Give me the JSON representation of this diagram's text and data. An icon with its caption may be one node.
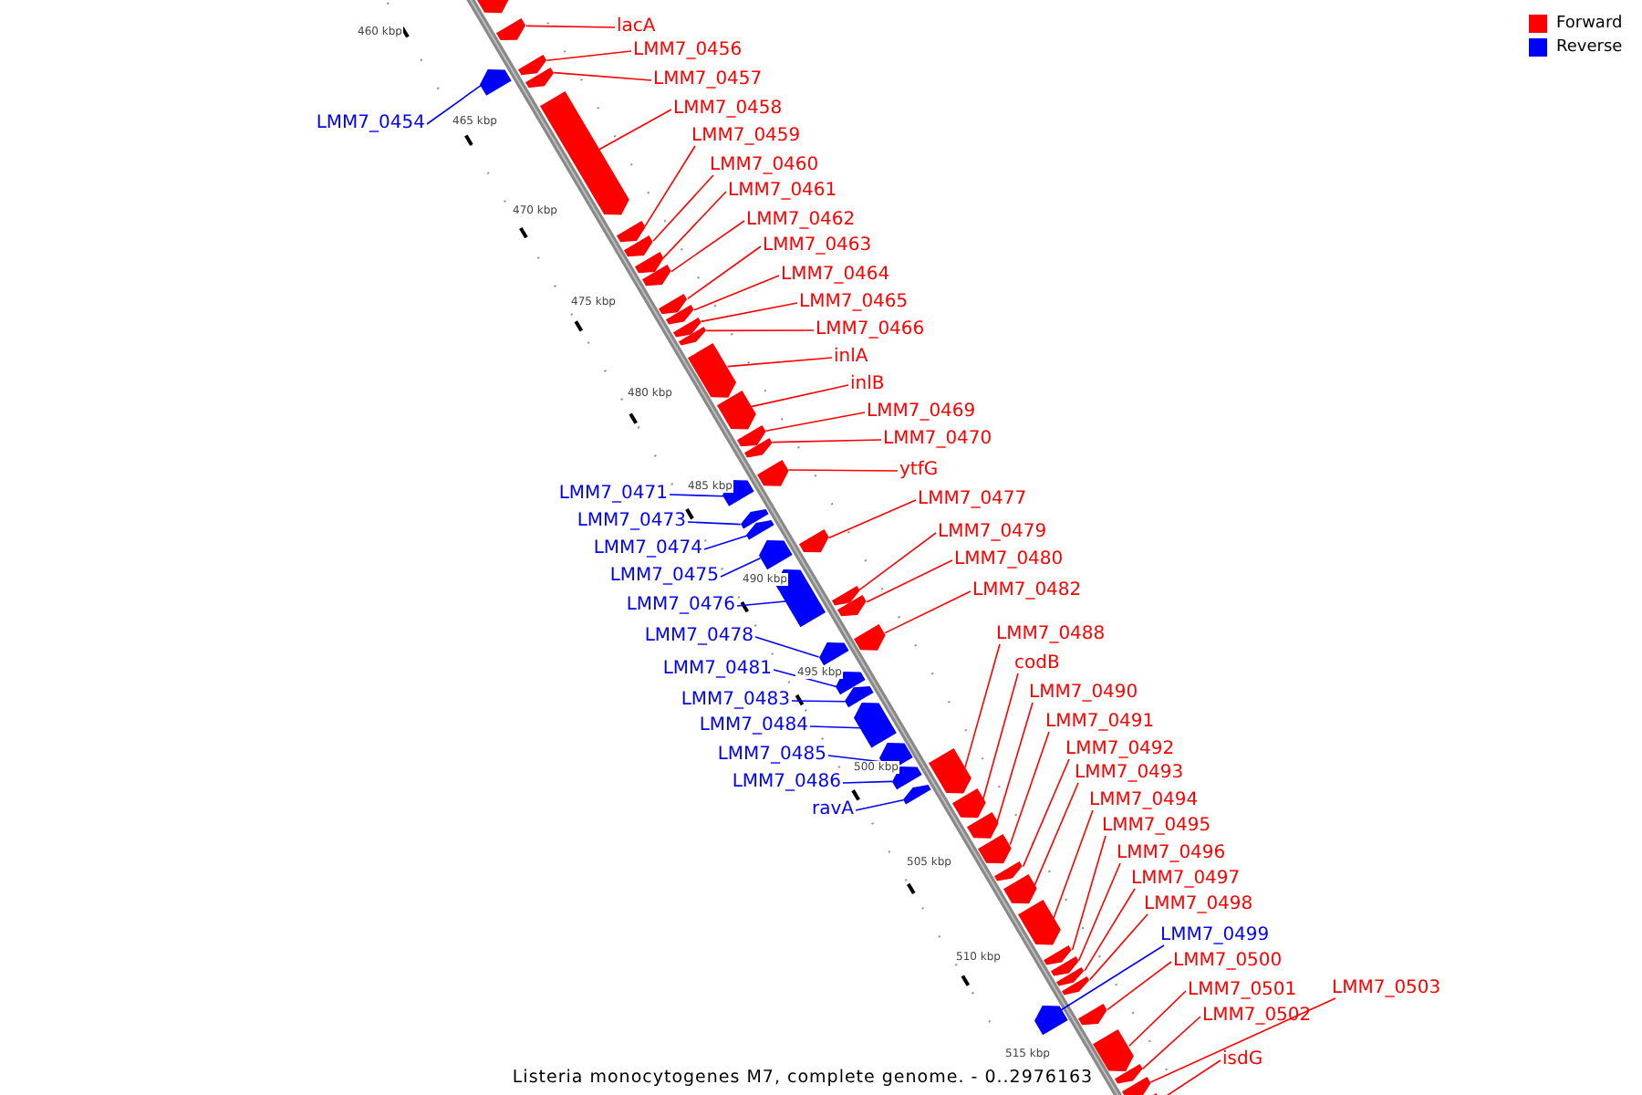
{
  "diagram": {
    "caption": "Listeria monocytogenes M7, complete genome. - 0..2976163",
    "nodes": [
      {
        "text": [
          "lacA"
        ]
      },
      {
        "text": [
          "LMM7_0456"
        ]
      },
      {
        "text": [
          "LMM7_0457"
        ]
      },
      {
        "text": [
          "LMM7_0458"
        ]
      },
      {
        "text": [
          "LMM7_0454"
        ]
      },
      {
        "text": [
          "LMM7_0459"
        ]
      },
      {
        "text": [
          "LMM7_0460"
        ]
      },
      {
        "text": [
          "LMM7_0461"
        ]
      },
      {
        "text": [
          "LMM7_0462"
        ]
      },
      {
        "text": [
          "LMM7_0463"
        ]
      },
      {
        "text": [
          "LMM7_0464"
        ]
      },
      {
        "text": [
          "LMM7_0465"
        ]
      },
      {
        "text": [
          "LMM7_0466"
        ]
      },
      {
        "text": [
          "inlA"
        ]
      },
      {
        "text": [
          "inlB"
        ]
      },
      {
        "text": [
          "LMM7_0469"
        ]
      },
      {
        "text": [
          "LMM7_0470"
        ]
      },
      {
        "text": [
          "ytfG"
        ]
      },
      {
        "text": [
          "LMM7_0471"
        ]
      },
      {
        "text": [
          "LMM7_0477"
        ]
      },
      {
        "text": [
          "LMM7_0473"
        ]
      },
      {
        "text": [
          "LMM7_0479"
        ]
      },
      {
        "text": [
          "LMM7_0474"
        ]
      },
      {
        "text": [
          "LMM7_0480"
        ]
      },
      {
        "text": [
          "LMM7_0475"
        ]
      },
      {
        "text": [
          "LMM7_0482"
        ]
      },
      {
        "text": [
          "LMM7_0476"
        ]
      },
      {
        "text": [
          "LMM7_0488"
        ]
      },
      {
        "text": [
          "LMM7_0478"
        ]
      },
      {
        "text": [
          "codB"
        ]
      },
      {
        "text": [
          "LMM7_0481"
        ]
      },
      {
        "text": [
          "LMM7_0490"
        ]
      },
      {
        "text": [
          "LMM7_0483"
        ]
      },
      {
        "text": [
          "LMM7_0491"
        ]
      },
      {
        "text": [
          "LMM7_0484"
        ]
      },
      {
        "text": [
          "LMM7_0492"
        ]
      },
      {
        "text": [
          "LMM7_0485"
        ]
      },
      {
        "text": [
          "LMM7_0493"
        ]
      },
      {
        "text": [
          "LMM7_0486"
        ]
      },
      {
        "text": [
          "LMM7_0494"
        ]
      },
      {
        "text": [
          "ravA"
        ]
      },
      {
        "text": [
          "LMM7_0495"
        ]
      },
      {
        "text": [
          "LMM7_0496"
        ]
      },
      {
        "text": [
          "LMM7_0497"
        ]
      },
      {
        "text": [
          "LMM7_0498"
        ]
      },
      {
        "text": [
          "LMM7_0499"
        ]
      },
      {
        "text": [
          "LMM7_0500"
        ]
      },
      {
        "text": [
          "LMM7_0501"
        ]
      },
      {
        "text": [
          "LMM7_0503"
        ]
      },
      {
        "text": [
          "LMM7_0502"
        ]
      },
      {
        "text": [
          "isdG"
        ]
      },
      {
        "text": [],
        "shape": "arrow"
      },
      {
        "text": [],
        "shape": "arrow"
      },
      {
        "text": [],
        "shape": "arrow"
      },
      {
        "text": [],
        "shape": "arrow"
      },
      {
        "text": [],
        "shape": "arrow"
      },
      {
        "text": [],
        "shape": "arrow"
      },
      {
        "text": [],
        "shape": "arrow"
      },
      {
        "text": [],
        "shape": "arrow"
      },
      {
        "text": [],
        "shape": "arrow"
      },
      {
        "text": [],
        "shape": "arrow"
      },
      {
        "text": [],
        "shape": "arrow"
      },
      {
        "text": [],
        "shape": "arrow"
      },
      {
        "text": [],
        "shape": "arrow"
      },
      {
        "text": [],
        "shape": "arrow"
      },
      {
        "text": [],
        "shape": "arrow"
      },
      {
        "text": [],
        "shape": "arrow"
      },
      {
        "text": [],
        "shape": "arrow"
      },
      {
        "text": [],
        "shape": "arrow"
      },
      {
        "text": [],
        "shape": "arrow"
      },
      {
        "text": [],
        "shape": "arrow"
      },
      {
        "text": [],
        "shape": "arrow"
      },
      {
        "text": [],
        "shape": "arrow"
      },
      {
        "text": [],
        "shape": "arrow"
      },
      {
        "text": [],
        "shape": "arrow"
      },
      {
        "text": [],
        "shape": "arrow"
      },
      {
        "text": [],
        "shape": "arrow"
      },
      {
        "text": [],
        "shape": "arrow"
      },
      {
        "text": [],
        "shape": "arrow"
      },
      {
        "text": [],
        "shape": "arrow"
      },
      {
        "text": [],
        "shape": "arrow"
      },
      {
        "text": [],
        "shape": "arrow"
      },
      {
        "text": [],
        "shape": "arrow"
      },
      {
        "text": [],
        "shape": "arrow"
      },
      {
        "text": [],
        "shape": "arrow"
      },
      {
        "text": [],
        "shape": "arrow"
      },
      {
        "text": [],
        "shape": "arrow"
      },
      {
        "text": [],
        "shape": "arrow"
      },
      {
        "text": [],
        "shape": "arrow"
      },
      {
        "text": [],
        "shape": "arrow"
      },
      {
        "text": [],
        "shape": "arrow"
      },
      {
        "text": [],
        "shape": "arrow"
      },
      {
        "text": [],
        "shape": "arrow"
      },
      {
        "text": [],
        "shape": "arrow"
      },
      {
        "text": [],
        "shape": "arrow"
      },
      {
        "text": [],
        "shape": "arrow"
      },
      {
        "text": [],
        "shape": "arrow"
      },
      {
        "text": [],
        "shape": "arrow"
      },
      {
        "text": [],
        "shape": "arrow"
      },
      {
        "text": [],
        "shape": "arrow"
      },
      {
        "text": [],
        "shape": "arrow"
      },
      {
        "text": [],
        "shape": "arrow"
      },
      {
        "text": [],
        "shape": "arrow"
      }
    ],
    "edges": [
      {
        "from": 0,
        "to": 51,
        "arrow": "none"
      },
      {
        "from": 1,
        "to": 52,
        "arrow": "none"
      },
      {
        "from": 2,
        "to": 53,
        "arrow": "none"
      },
      {
        "from": 3,
        "to": 54,
        "arrow": "none"
      },
      {
        "from": 4,
        "to": 55,
        "arrow": "none",
        "color": "#0000ff"
      },
      {
        "from": 5,
        "to": 56,
        "arrow": "none"
      },
      {
        "from": 6,
        "to": 57,
        "arrow": "none"
      },
      {
        "from": 7,
        "to": 58,
        "arrow": "none"
      },
      {
        "from": 8,
        "to": 59,
        "arrow": "none"
      },
      {
        "from": 9,
        "to": 60,
        "arrow": "none"
      },
      {
        "from": 10,
        "to": 61,
        "arrow": "none"
      },
      {
        "from": 11,
        "to": 62,
        "arrow": "none"
      },
      {
        "from": 12,
        "to": 63,
        "arrow": "none"
      },
      {
        "from": 13,
        "to": 64,
        "arrow": "none"
      },
      {
        "from": 14,
        "to": 65,
        "arrow": "none"
      },
      {
        "from": 15,
        "to": 66,
        "arrow": "none"
      },
      {
        "from": 16,
        "to": 67,
        "arrow": "none"
      },
      {
        "from": 17,
        "to": 68,
        "arrow": "none"
      },
      {
        "from": 18,
        "to": 69,
        "arrow": "none",
        "color": "#0000ff"
      },
      {
        "from": 19,
        "to": 70,
        "arrow": "none"
      },
      {
        "from": 20,
        "to": 71,
        "arrow": "none",
        "color": "#0000ff"
      },
      {
        "from": 21,
        "to": 72,
        "arrow": "none"
      },
      {
        "from": 22,
        "to": 73,
        "arrow": "none",
        "color": "#0000ff"
      },
      {
        "from": 23,
        "to": 74,
        "arrow": "none"
      },
      {
        "from": 24,
        "to": 75,
        "arrow": "none",
        "color": "#0000ff"
      },
      {
        "from": 25,
        "to": 76,
        "arrow": "none"
      },
      {
        "from": 26,
        "to": 77,
        "arrow": "none",
        "color": "#0000ff"
      },
      {
        "from": 27,
        "to": 78,
        "arrow": "none"
      },
      {
        "from": 28,
        "to": 79,
        "arrow": "none",
        "color": "#0000ff"
      },
      {
        "from": 29,
        "to": 80,
        "arrow": "none"
      },
      {
        "from": 30,
        "to": 81,
        "arrow": "none",
        "color": "#0000ff"
      },
      {
        "from": 31,
        "to": 82,
        "arrow": "none"
      },
      {
        "from": 32,
        "to": 83,
        "arrow": "none",
        "color": "#0000ff"
      },
      {
        "from": 33,
        "to": 84,
        "arrow": "none"
      },
      {
        "from": 34,
        "to": 85,
        "arrow": "none",
        "color": "#0000ff"
      },
      {
        "from": 35,
        "to": 86,
        "arrow": "none"
      },
      {
        "from": 36,
        "to": 87,
        "arrow": "none",
        "color": "#0000ff"
      },
      {
        "from": 37,
        "to": 88,
        "arrow": "none"
      },
      {
        "from": 38,
        "to": 89,
        "arrow": "none",
        "color": "#0000ff"
      },
      {
        "from": 39,
        "to": 90,
        "arrow": "none"
      },
      {
        "from": 40,
        "to": 91,
        "arrow": "none",
        "color": "#0000ff"
      },
      {
        "from": 41,
        "to": 92,
        "arrow": "none"
      },
      {
        "from": 42,
        "to": 93,
        "arrow": "none"
      },
      {
        "from": 43,
        "to": 94,
        "arrow": "none"
      },
      {
        "from": 44,
        "to": 95,
        "arrow": "none"
      },
      {
        "from": 45,
        "to": 96,
        "arrow": "none",
        "color": "#0000ff"
      },
      {
        "from": 46,
        "to": 97,
        "arrow": "none"
      },
      {
        "from": 47,
        "to": 98,
        "arrow": "none"
      },
      {
        "from": 48,
        "to": 99,
        "arrow": "none"
      },
      {
        "from": 49,
        "to": 100,
        "arrow": "none"
      },
      {
        "from": 50,
        "to": 101,
        "arrow": "none"
      }
    ],
    "labels": [
      "460 kbp",
      "465 kbp",
      "470 kbp",
      "475 kbp",
      "480 kbp",
      "485 kbp",
      "490 kbp",
      "495 kbp",
      "500 kbp",
      "505 kbp",
      "510 kbp",
      "515 kbp"
    ],
    "legend": [
      {
        "text": "Forward",
        "color": "#ff0000"
      },
      {
        "text": "Reverse",
        "color": "#0000ff"
      }
    ]
  }
}
